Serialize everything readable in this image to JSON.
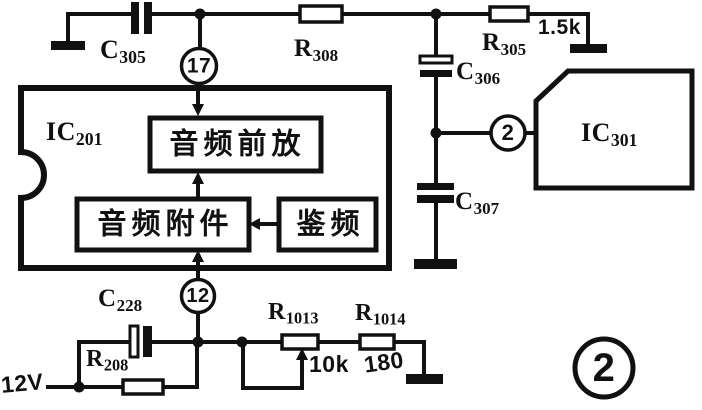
{
  "figure_label": "2",
  "supply": {
    "label": "12V"
  },
  "pins": {
    "p17": "17",
    "p12": "12",
    "p2": "2"
  },
  "ics": {
    "ic201": {
      "ref": "IC",
      "sub": "201"
    },
    "ic301": {
      "ref": "IC",
      "sub": "301"
    }
  },
  "blocks": {
    "audio_preamp": "音频前放",
    "audio_aux": "音频附件",
    "discriminator": "鉴频"
  },
  "components": {
    "c305": {
      "ref": "C",
      "sub": "305"
    },
    "r308": {
      "ref": "R",
      "sub": "308"
    },
    "r305": {
      "ref": "R",
      "sub": "305",
      "value": "1.5k"
    },
    "c306": {
      "ref": "C",
      "sub": "306"
    },
    "c307": {
      "ref": "C",
      "sub": "307"
    },
    "c228": {
      "ref": "C",
      "sub": "228"
    },
    "r208": {
      "ref": "R",
      "sub": "208"
    },
    "r1013": {
      "ref": "R",
      "sub": "1013",
      "value": "10k"
    },
    "r1014": {
      "ref": "R",
      "sub": "1014",
      "value": "180"
    }
  }
}
